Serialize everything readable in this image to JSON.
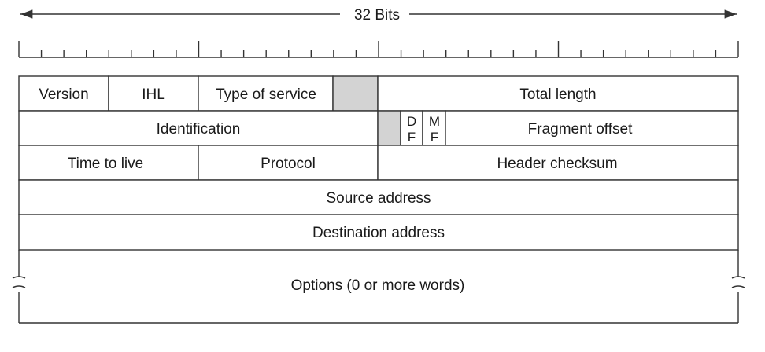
{
  "header": {
    "width_label": "32 Bits"
  },
  "fields": {
    "version": "Version",
    "ihl": "IHL",
    "type_of_service": "Type of service",
    "total_length": "Total length",
    "identification": "Identification",
    "df_top": "D",
    "df_bottom": "F",
    "mf_top": "M",
    "mf_bottom": "F",
    "fragment_offset": "Fragment offset",
    "time_to_live": "Time to live",
    "protocol": "Protocol",
    "header_checksum": "Header checksum",
    "source_address": "Source address",
    "destination_address": "Destination address",
    "options": "Options (0 or more words)"
  },
  "colors": {
    "shaded": "#d3d3d3",
    "line": "#333333"
  }
}
